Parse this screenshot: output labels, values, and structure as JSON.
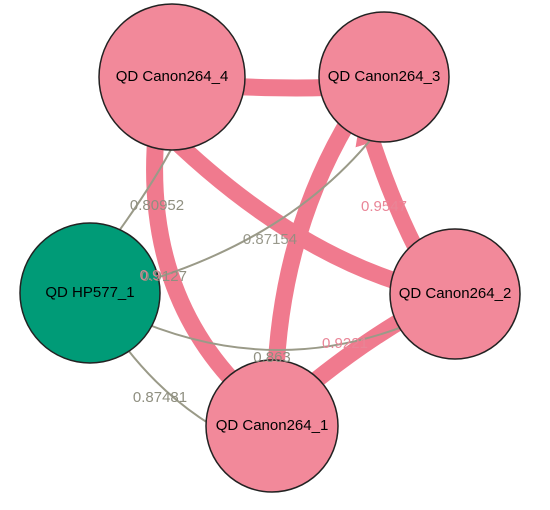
{
  "colors": {
    "background": "#ffffff",
    "pink_node": "#f2899a",
    "green_node": "#009b77",
    "node_stroke": "#222222",
    "pink_edge": "#f07a8e",
    "gray_edge": "#9a9a88",
    "pink_label": "#e98597",
    "gray_label": "#8f8f80"
  },
  "nodes": [
    {
      "id": "c4",
      "label": "QD Canon264_4",
      "group": "pink"
    },
    {
      "id": "c3",
      "label": "QD Canon264_3",
      "group": "pink"
    },
    {
      "id": "hp",
      "label": "QD HP577_1",
      "group": "green"
    },
    {
      "id": "c2",
      "label": "QD Canon264_2",
      "group": "pink"
    },
    {
      "id": "c1",
      "label": "QD Canon264_1",
      "group": "pink"
    }
  ],
  "edges": [
    {
      "from": "c3",
      "to": "c4",
      "kind": "pink",
      "label": ""
    },
    {
      "from": "c2",
      "to": "c3",
      "kind": "pink",
      "label": "0.9547"
    },
    {
      "from": "c2",
      "to": "c4",
      "kind": "pink",
      "label": ""
    },
    {
      "from": "c3",
      "to": "c1",
      "kind": "pink",
      "label": ""
    },
    {
      "from": "c4",
      "to": "c1",
      "kind": "pink",
      "label": ""
    },
    {
      "from": "c2",
      "to": "c1",
      "kind": "pink",
      "label": "0.9221"
    },
    {
      "from": "hp",
      "to": "c4",
      "kind": "gray",
      "label": "0.80952"
    },
    {
      "from": "hp",
      "to": "c3",
      "kind": "gray",
      "label": "0.9127"
    },
    {
      "from": "hp",
      "to": "c1",
      "kind": "gray",
      "label": "0.87481"
    },
    {
      "from": "hp",
      "to": "c2",
      "kind": "gray",
      "label": "0.863"
    }
  ],
  "overlap_labels": [
    "0.87154",
    "0.9"
  ]
}
